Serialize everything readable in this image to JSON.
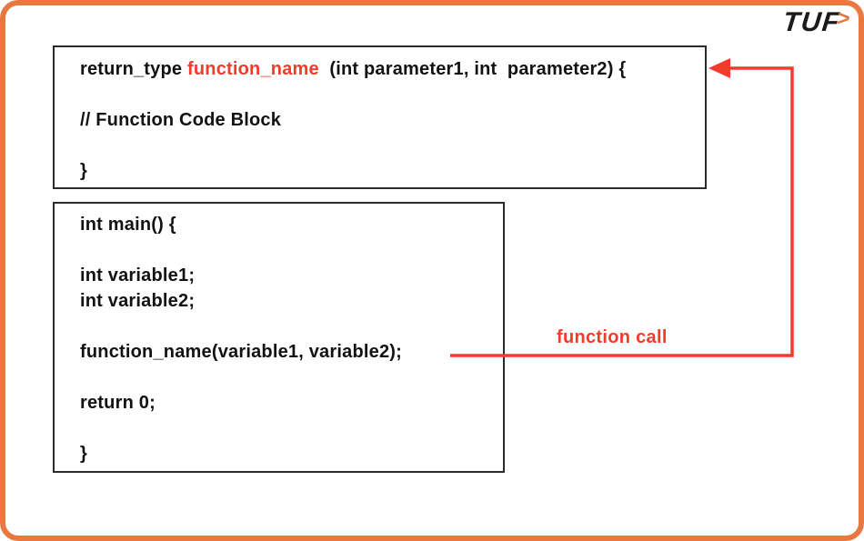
{
  "logo": {
    "text": "TUF",
    "chevron": ">"
  },
  "definition_box": {
    "signature_prefix": "return_type ",
    "signature_highlight": "function_name",
    "signature_suffix": "  (int parameter1, int  parameter2) {",
    "comment": "// Function Code Block",
    "closing_brace": "}"
  },
  "main_box": {
    "lines": [
      "int main() {",
      "",
      "int variable1;",
      "int variable2;",
      "",
      "function_name(variable1, variable2);",
      "",
      "return 0;",
      "",
      "}"
    ]
  },
  "arrow": {
    "label": "function call"
  },
  "colors": {
    "frame_orange": "#E87840",
    "highlight_red": "#F23B2B",
    "box_border": "#2B2B2B",
    "text_black": "#121212",
    "background": "#FFFFFF"
  }
}
